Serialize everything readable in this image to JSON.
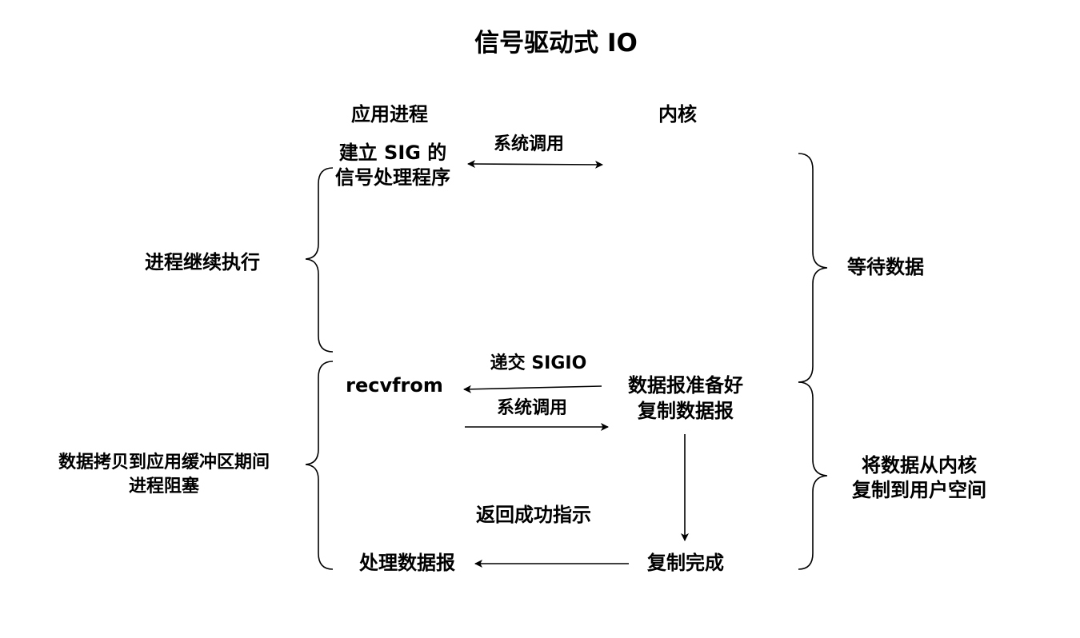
{
  "title": "信号驱动式 IO",
  "headers": {
    "app": "应用进程",
    "kernel": "内核"
  },
  "app_steps": {
    "setup_line1": "建立 SIG 的",
    "setup_line2": "信号处理程序",
    "recvfrom": "recvfrom",
    "process": "处理数据报"
  },
  "kernel_steps": {
    "ready_line1": "数据报准备好",
    "ready_line2": "复制数据报",
    "done": "复制完成"
  },
  "arrows": {
    "syscall1": "系统调用",
    "deliver": "递交 SIGIO",
    "syscall2": "系统调用",
    "return": "返回成功指示"
  },
  "left_phases": {
    "continue": "进程继续执行",
    "block_line1": "数据拷贝到应用缓冲区期间",
    "block_line2": "进程阻塞"
  },
  "right_phases": {
    "wait": "等待数据",
    "copy_line1": "将数据从内核",
    "copy_line2": "复制到用户空间"
  },
  "colors": {
    "ink": "#000000",
    "background": "#ffffff"
  }
}
